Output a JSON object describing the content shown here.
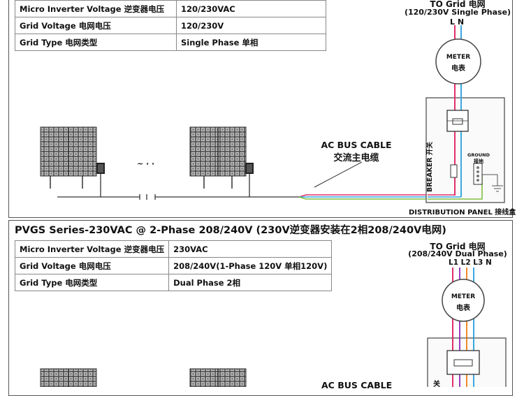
{
  "section1": {
    "table": [
      {
        "label": "Micro Inverter Voltage 逆变器电压",
        "value": "120/230VAC"
      },
      {
        "label": "Grid  Voltage 电网电压",
        "value": "120/230V"
      },
      {
        "label": "Grid Type 电网类型",
        "value": "Single Phase 单相"
      }
    ],
    "grid_title": "TO Grid 电网",
    "grid_subtitle": "(120/230V Single Phase)",
    "line_labels": "L N",
    "meter_label": "METER",
    "meter_label_cn": "电表",
    "cable_label": "AC BUS CABLE",
    "cable_label_cn": "交流主电缆",
    "breaker_label": "BREAKER 开关",
    "ground_label": "GROUND",
    "ground_label_cn": "接地",
    "panel_label": "DISTRIBUTION PANEL 接线盒",
    "dots_top": "~ · ·",
    "colors": {
      "L": "#e0306a",
      "N": "#3aa8e0",
      "ground": "#7fbf3f"
    }
  },
  "section2": {
    "heading": "PVGS Series-230VAC @ 2-Phase 208/240V (230V逆变器安装在2相208/240V电网)",
    "table": [
      {
        "label": "Micro Inverter Voltage 逆变器电压",
        "value": "230VAC"
      },
      {
        "label": "Grid  Voltage 电网电压",
        "value": "208/240V(1-Phase 120V 单相120V)"
      },
      {
        "label": "Grid Type 电网类型",
        "value": "Dual Phase 2相"
      }
    ],
    "grid_title": "TO Grid 电网",
    "grid_subtitle": "(208/240V Dual Phase)",
    "line_labels": "L1 L2 L3 N",
    "meter_label": "METER",
    "meter_label_cn": "电表",
    "cable_label": "AC BUS CABLE",
    "breaker_label_partial": "关",
    "colors": {
      "L1": "#e0306a",
      "L2": "#9b3fbf",
      "L3": "#f08a2a",
      "N": "#3aa8e0"
    }
  }
}
